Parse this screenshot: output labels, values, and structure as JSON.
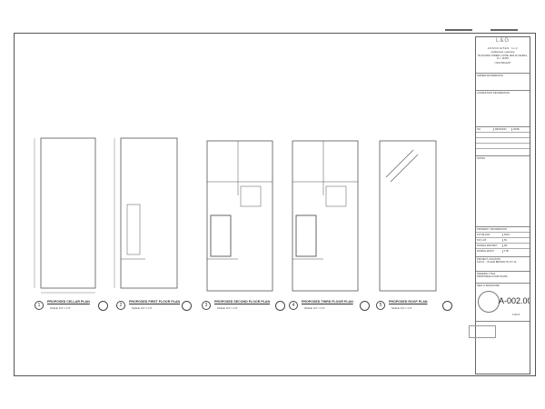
{
  "title_block": {
    "logo": "L&G",
    "firm_name": "ASSOCIATES, LLC",
    "firm_tagline": "architecture • planning",
    "address": "56-04 MAIN STREET, SUITE 1604 FLUSHING, N.Y. 11354",
    "contact": "(718) 539-0247",
    "owner_label": "OWNER INFORMATION",
    "consultant_label": "CONSULTANT INFORMATION",
    "revision_headers": [
      "NO.",
      "REVISION",
      "DATE"
    ],
    "notes_label": "NOTES",
    "property_label": "PROPERTY INFORMATION",
    "property_rows": [
      {
        "label": "TAX BLOCK",
        "value": "5076"
      },
      {
        "label": "TAX LOT",
        "value": "56"
      },
      {
        "label": "ZONING DISTRICT",
        "value": "R6"
      },
      {
        "label": "ZONING MAP #",
        "value": "17B"
      }
    ],
    "project_label": "PROJECT LOCATION",
    "project_location": "115-16 ... PLACE BROOKLYN, NY 11...",
    "drawing_label": "DRAWING TITLE",
    "drawing_title": "PROPOSED FLOOR PLANS",
    "seal_label": "SEAL & SIGNATURE",
    "sheet_number": "A-002.00",
    "sheet_of": "4 OF 8"
  },
  "plans": [
    {
      "num": "1",
      "title": "PROPOSED CELLAR PLAN",
      "scale": "SCALE: 1/4\" = 1'-0\""
    },
    {
      "num": "2",
      "title": "PROPOSED FIRST FLOOR PLAN",
      "scale": "SCALE: 1/4\" = 1'-0\""
    },
    {
      "num": "3",
      "title": "PROPOSED SECOND FLOOR PLAN",
      "scale": "SCALE: 1/4\" = 1'-0\""
    },
    {
      "num": "4",
      "title": "PROPOSED THIRD FLOOR PLAN",
      "scale": "SCALE: 1/4\" = 1'-0\""
    },
    {
      "num": "5",
      "title": "PROPOSED ROOF PLAN",
      "scale": "SCALE: 1/4\" = 1'-0\""
    }
  ]
}
